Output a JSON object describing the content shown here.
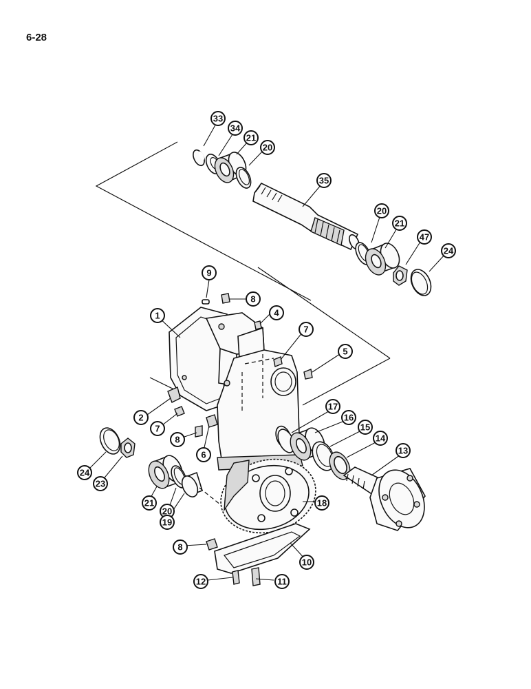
{
  "page": {
    "number": "6-28"
  },
  "callouts": [
    {
      "label": "33"
    },
    {
      "label": "34"
    },
    {
      "label": "21"
    },
    {
      "label": "20"
    },
    {
      "label": "35"
    },
    {
      "label": "20"
    },
    {
      "label": "21"
    },
    {
      "label": "47"
    },
    {
      "label": "24"
    },
    {
      "label": "9"
    },
    {
      "label": "8"
    },
    {
      "label": "1"
    },
    {
      "label": "4"
    },
    {
      "label": "7"
    },
    {
      "label": "5"
    },
    {
      "label": "2"
    },
    {
      "label": "7"
    },
    {
      "label": "8"
    },
    {
      "label": "6"
    },
    {
      "label": "17"
    },
    {
      "label": "16"
    },
    {
      "label": "15"
    },
    {
      "label": "14"
    },
    {
      "label": "13"
    },
    {
      "label": "24"
    },
    {
      "label": "23"
    },
    {
      "label": "21"
    },
    {
      "label": "20"
    },
    {
      "label": "19"
    },
    {
      "label": "18"
    },
    {
      "label": "8"
    },
    {
      "label": "10"
    },
    {
      "label": "12"
    },
    {
      "label": "11"
    }
  ]
}
